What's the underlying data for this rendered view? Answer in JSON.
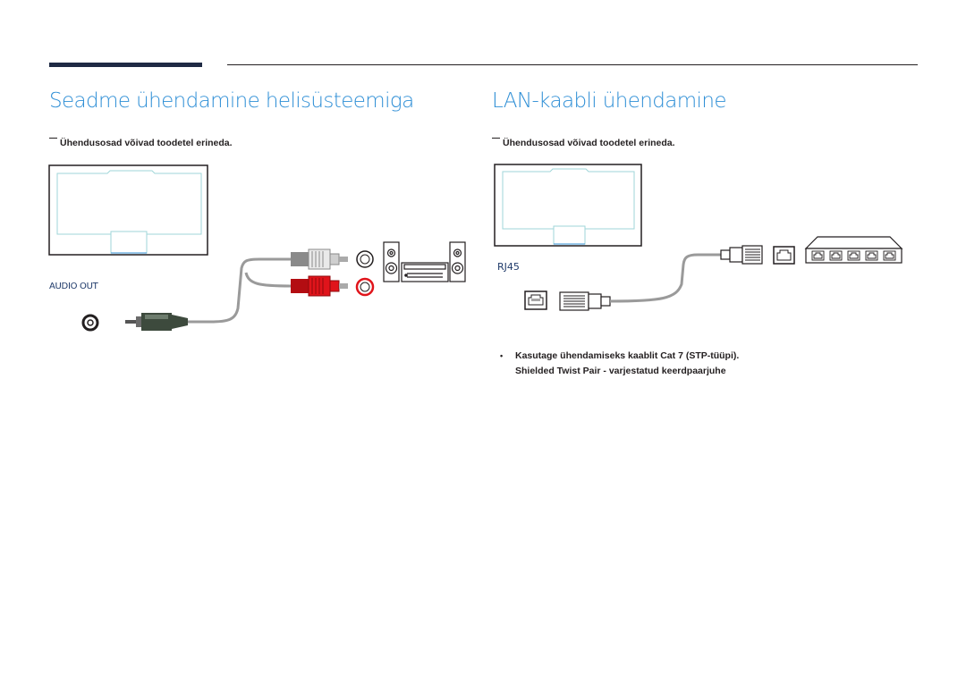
{
  "left": {
    "title": "Seadme ühendamine helisüsteemiga",
    "note": "Ühendusosad võivad toodetel erineda.",
    "port_label": "AUDIO OUT"
  },
  "right": {
    "title": "LAN-kaabli ühendamine",
    "note": "Ühendusosad võivad toodetel erineda.",
    "port_label": "RJ45",
    "bullet_line1": "Kasutage ühendamiseks kaablit Cat 7 (STP-tüüpi).",
    "bullet_line2": "Shielded Twist Pair - varjestatud keerdpaarjuhe",
    "bullet_glyph": "•"
  },
  "colors": {
    "title_blue": "#2f8fd6",
    "accent_navy": "#1f2a44",
    "rca_red": "#e0141b",
    "screen_outline": "#9fd6d8"
  },
  "icons": [
    "monitor-back",
    "audio-jack-icon",
    "rca-cable",
    "stereo-system",
    "lan-port-icon",
    "rj45-plug",
    "network-switch"
  ]
}
